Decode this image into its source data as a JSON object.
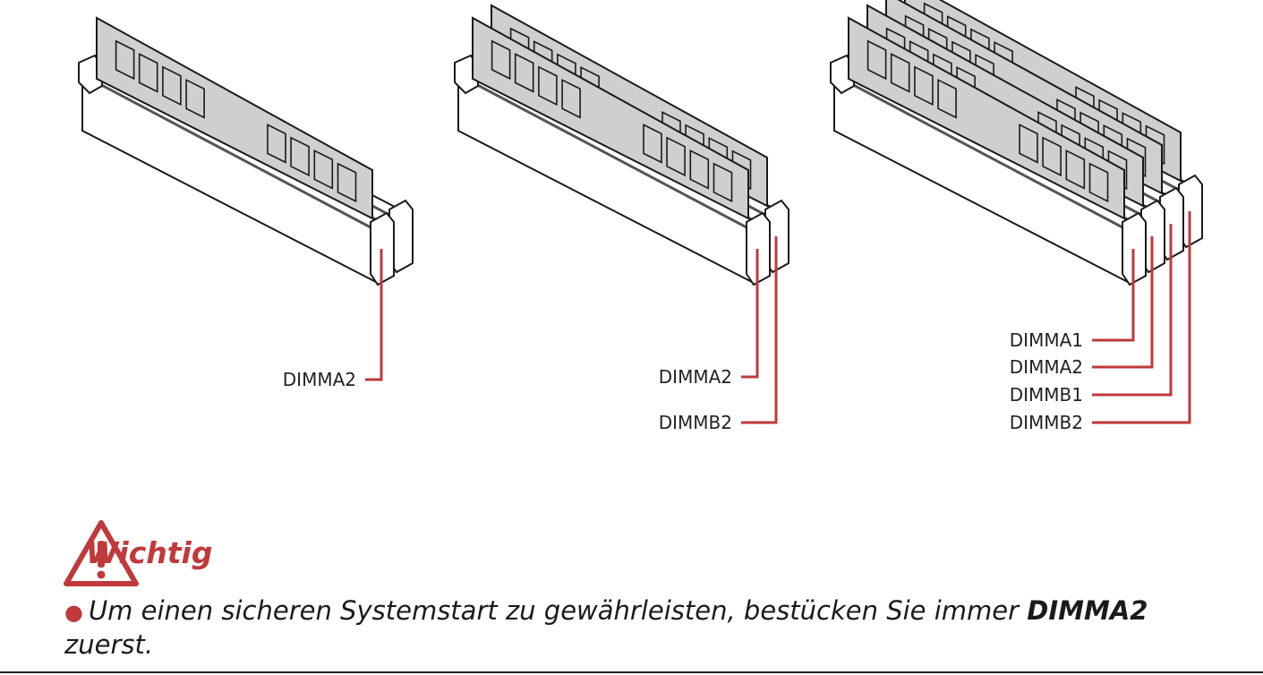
{
  "colors": {
    "accent": "#c0393b",
    "stroke": "#1a1a1a",
    "module": "#cfcfcf",
    "slot": "#ffffff"
  },
  "configs": [
    {
      "name": "config-one-module",
      "modules": 1,
      "slots": 2,
      "labels": [
        {
          "text": "DIMMA2",
          "slot": 0
        }
      ]
    },
    {
      "name": "config-two-modules",
      "modules": 2,
      "slots": 2,
      "labels": [
        {
          "text": "DIMMA2",
          "slot": 0
        },
        {
          "text": "DIMMB2",
          "slot": 1
        }
      ]
    },
    {
      "name": "config-four-modules",
      "modules": 4,
      "slots": 4,
      "labels": [
        {
          "text": "DIMMA1",
          "slot": 0
        },
        {
          "text": "DIMMA2",
          "slot": 1
        },
        {
          "text": "DIMMB1",
          "slot": 2
        },
        {
          "text": "DIMMB2",
          "slot": 3
        }
      ]
    }
  ],
  "warning": {
    "icon": "warning-triangle-icon",
    "title": "Wichtig",
    "text_before": "Um einen sicheren Systemstart zu gewährleisten, bestücken Sie immer ",
    "text_bold": "DIMMA2",
    "text_after": " zuerst."
  }
}
